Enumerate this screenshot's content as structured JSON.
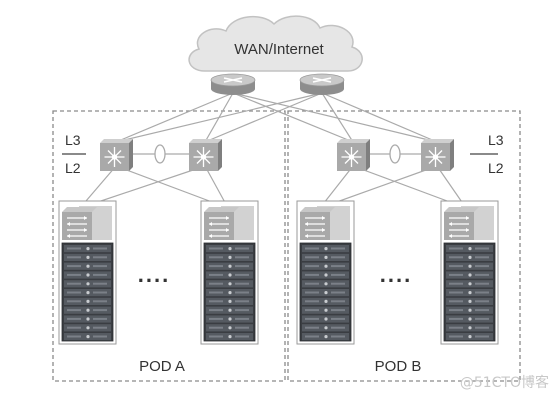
{
  "wan": {
    "label": "WAN/Internet"
  },
  "layer_labels": {
    "l3": "L3",
    "l2": "L2"
  },
  "ellipsis": "....",
  "pods": [
    {
      "label": "POD A"
    },
    {
      "label": "POD B"
    }
  ],
  "watermark": "@51CTO博客",
  "colors": {
    "line": "#aaaaaa",
    "dashed_border": "#8a8a8a",
    "switch_face": "#a9a9a9",
    "router_top": "#c9c9c9",
    "router_side": "#8d8d8d",
    "server_body": "#3a3d42",
    "cloud": "#e6e6e6"
  },
  "icons": [
    "cloud-icon",
    "router-icon",
    "l3-switch-icon",
    "l2-switch-icon",
    "server-rack-icon"
  ]
}
